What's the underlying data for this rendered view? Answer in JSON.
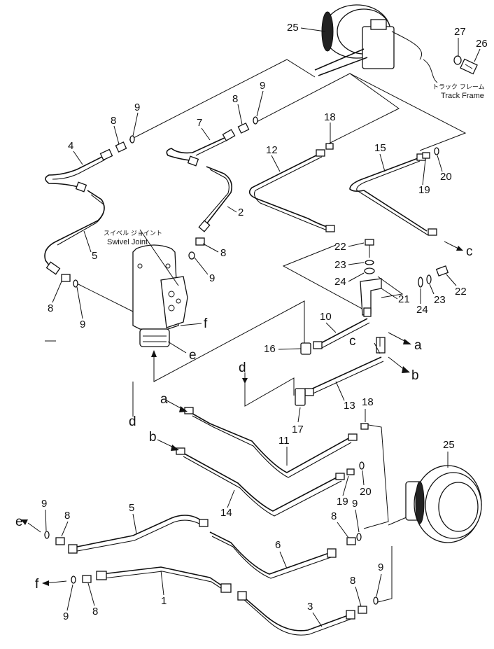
{
  "labels": {
    "swivel_jp": "スイベル ジョイント",
    "swivel_en": "Swivel Joint",
    "track_jp": "トラック フレーム",
    "track_en": "Track Frame"
  },
  "letters": [
    "a",
    "b",
    "c",
    "d",
    "e",
    "f"
  ],
  "parts": [
    "1",
    "2",
    "3",
    "4",
    "5",
    "6",
    "7",
    "8",
    "9",
    "10",
    "11",
    "12",
    "13",
    "14",
    "15",
    "16",
    "17",
    "18",
    "19",
    "20",
    "21",
    "22",
    "23",
    "24",
    "25",
    "26",
    "27"
  ]
}
